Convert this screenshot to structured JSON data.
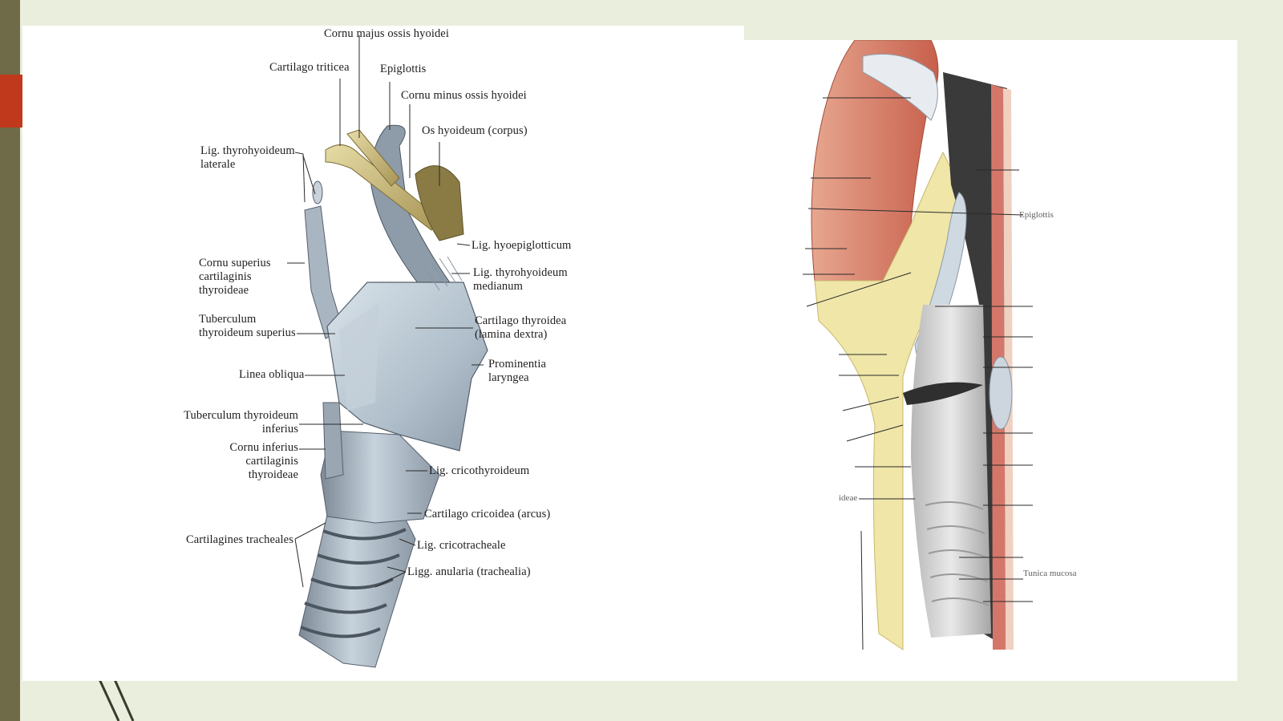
{
  "colors": {
    "slide_background": "#e9eedd",
    "sidebar": "#6f6a48",
    "accent": "#c0391c",
    "panel": "#ffffff",
    "cartilage": "#b4c1cd",
    "bone": "#d8cb8c",
    "muscle": "#cf6d5a",
    "fat": "#ece2a1"
  },
  "left_figure": {
    "labels": {
      "cornu_majus": "Cornu majus ossis hyoidei",
      "cartilago_triticea": "Cartilago triticea",
      "epiglottis": "Epiglottis",
      "cornu_minus": "Cornu minus ossis hyoidei",
      "os_hyoideum": "Os hyoideum (corpus)",
      "lig_thyrohyoideum_laterale": "Lig. thyrohyoideum\nlaterale",
      "lig_hyoepiglotticum": "Lig. hyoepiglotticum",
      "lig_thyrohyoideum_medianum": "Lig. thyrohyoideum\nmedianum",
      "cornu_superius": "Cornu superius\ncartilaginis\nthyroideae",
      "tuberculum_superius": "Tuberculum\nthyroideum superius",
      "cartilago_thyroidea": "Cartilago thyroidea\n(lamina dextra)",
      "prominentia": "Prominentia\nlaryngea",
      "linea_obliqua": "Linea obliqua",
      "tuberculum_inferius": "Tuberculum thyroideum\ninferius",
      "cornu_inferius": "Cornu inferius\ncartilaginis\nthyroideae",
      "lig_cricothyroideum": "Lig. cricothyroideum",
      "cartilago_cricoidea": "Cartilago cricoidea (arcus)",
      "cartilagines_tracheales": "Cartilagines tracheales",
      "lig_cricotracheale": "Lig. cricotracheale",
      "ligg_anularia": "Ligg. anularia (trachealia)"
    }
  },
  "right_figure": {
    "labels": {
      "epiglottis": "Epiglottis",
      "ideae": "ideae",
      "tunica_mucosa": "Tunica mucosa"
    }
  }
}
